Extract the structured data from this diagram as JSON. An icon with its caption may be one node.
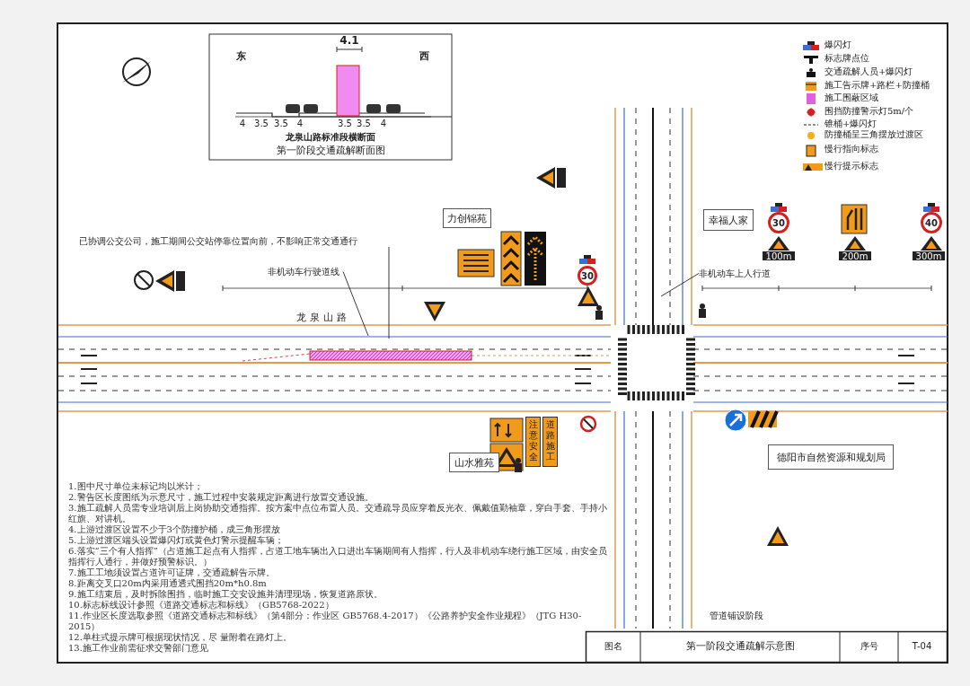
{
  "diagram": {
    "title": "第一阶段交通疏解断面图",
    "nodes": [
      {
        "text": [
          "力创锦苑"
        ]
      },
      {
        "text": [
          "幸福人家"
        ]
      },
      {
        "text": [
          "山水雅苑"
        ]
      },
      {
        "text": [
          "德阳市自然资源和规划局"
        ]
      },
      {
        "text": [
          "已协调公交公司，施工期间公交站停靠位置向前，不影响正常交通通行"
        ]
      },
      {
        "text": [
          "非机动车行驶道线"
        ]
      },
      {
        "text": [
          "非机动车上人行道"
        ]
      }
    ],
    "edges": [
      {
        "from": 4,
        "to": null,
        "arrow": "none"
      },
      {
        "from": 5,
        "to": null,
        "arrow": "none"
      },
      {
        "from": 6,
        "to": null,
        "arrow": "none"
      }
    ],
    "labels": [
      "4.1",
      "东",
      "西",
      "4",
      "3.5",
      "3.5",
      "4",
      "3.5",
      "3.5",
      "4",
      "龙泉山路标准段横断面",
      "龙泉山路",
      "30",
      "30",
      "40",
      "100m",
      "200m",
      "300m",
      "注意安全",
      "道路施工",
      "1.图中尺寸单位未标记均以米计；",
      "2.警告区长度图纸为示意尺寸，施工过程中安装规定距离进行放置交通设施。",
      "3.施工疏解人员需专业培训后上岗协助交通指挥。按方案中点位布置人员。交通疏导员应穿着反光衣、佩戴值勤袖章，穿白手套、手持小红旗、对讲机。",
      "4.上游过渡区设置不少于3个防撞护桶，成三角形摆放",
      "5.上游过渡区端头设置爆闪灯或黄色灯警示提醒车辆；",
      "6.落实“三个有人指挥”（占道施工起点有人指挥，占道工地车辆出入口进出车辆期间有人指挥，行人及非机动车绕行施工区域，由安全员指挥行人通行，并做好预警标识。）",
      "7.施工工地须设置占道许可证牌，交通疏解告示牌。",
      "8.距离交叉口20m内采用通透式围挡20m*h0.8m",
      "9.施工结束后，及时拆除围挡，临时施工交安设施并清理现场，恢复道路原状。",
      "10.标志标线设计参照《道路交通标志和标线》（GB5768-2022）",
      "11.作业区长度选取参照《道路交通标志和标线》（第4部分：作业区 GB5768.4-2017）《公路养护安全作业规程》（JTG H30-2015）",
      "12.单柱式提示牌可根据现状情况，尽 量附着在路灯上。",
      "13.施工作业前需征求交警部门意见",
      "管道铺设阶段",
      "图名",
      "第一阶段交通疏解示意图",
      "序号",
      "T-04"
    ],
    "legend": [
      {
        "text": "爆闪灯"
      },
      {
        "text": "标志牌点位"
      },
      {
        "text": "交通疏解人员+爆闪灯"
      },
      {
        "text": "施工告示牌+路栏+防撞桶"
      },
      {
        "text": "施工围蔽区域",
        "color": "#e060e0"
      },
      {
        "text": "围挡防撞警示灯5m/个"
      },
      {
        "text": "锥桶+爆闪灯"
      },
      {
        "text": "防撞桶呈三角摆放过渡区"
      },
      {
        "text": "慢行指向标志"
      },
      {
        "text": "慢行提示标志"
      }
    ]
  }
}
